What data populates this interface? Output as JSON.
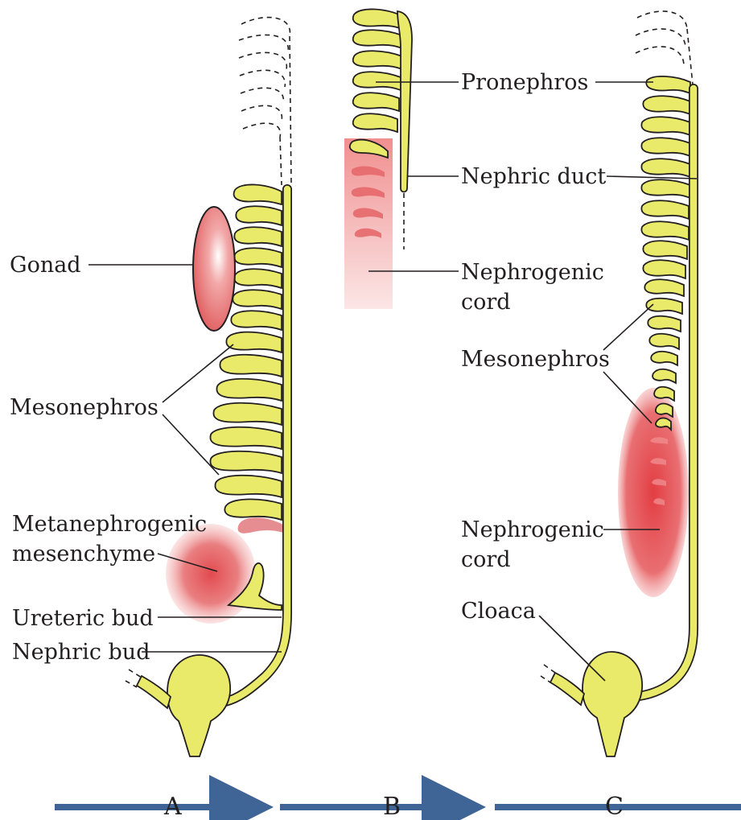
{
  "labels": {
    "pronephros": "Pronephros",
    "nephric_duct": "Nephric duct",
    "nephrogenic_cord_b_line1": "Nephrogenic",
    "nephrogenic_cord_b_line2": "cord",
    "mesonephros_c": "Mesonephros",
    "nephrogenic_cord_c_line1": "Nephrogenic",
    "nephrogenic_cord_c_line2": "cord",
    "cloaca": "Cloaca",
    "gonad": "Gonad",
    "mesonephros_a": "Mesonephros",
    "metanephrogenic_line1": "Metanephrogenic",
    "metanephrogenic_line2": "mesenchyme",
    "ureteric_bud": "Ureteric bud",
    "nephric_bud": "Nephric bud"
  },
  "panels": [
    "A",
    "B",
    "C"
  ],
  "colors": {
    "tubule_yellow": "#eaea6a",
    "mesenchyme_red": "#e05d5f",
    "arrow_blue": "#3f6496",
    "outline": "#231f20"
  }
}
